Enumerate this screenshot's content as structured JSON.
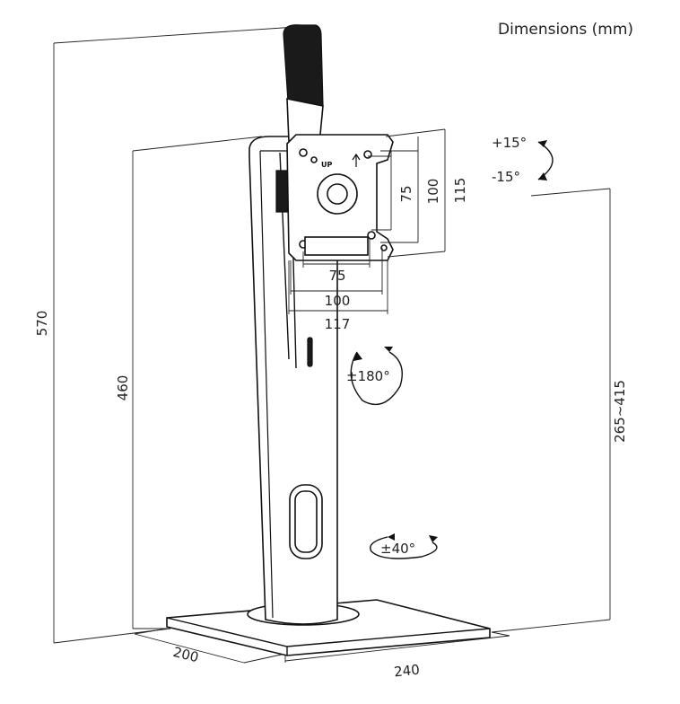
{
  "title": "Dimensions (mm)",
  "vesa": {
    "up_label": "UP",
    "width_inner": "75",
    "width_outer": "100",
    "width_plate": "117",
    "height_inner": "75",
    "height_outer": "100",
    "height_plate": "115"
  },
  "tilt": {
    "up": "+15°",
    "down": "-15°"
  },
  "rotation": "±180°",
  "swivel": "±40°",
  "overall_height": "570",
  "pole_height": "460",
  "adjust_range": "265~415",
  "base_depth": "200",
  "base_width": "240"
}
